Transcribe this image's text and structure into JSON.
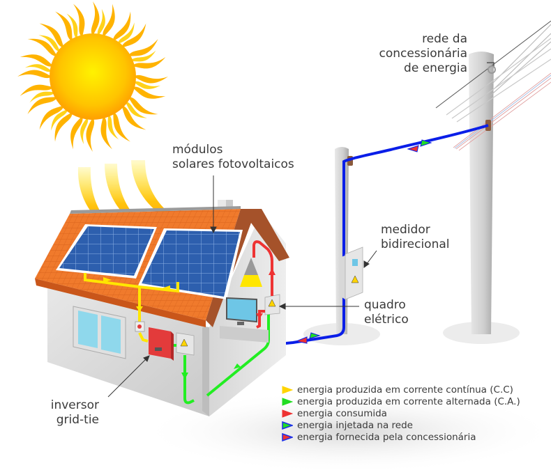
{
  "labels": {
    "utility_grid": [
      "rede da",
      "concessionária",
      "de energia"
    ],
    "solar_modules": [
      "módulos",
      "solares fotovoltaicos"
    ],
    "bidirectional_meter": [
      "medidor",
      "bidirecional"
    ],
    "electrical_panel": [
      "quadro",
      "elétrico"
    ],
    "inverter": [
      "inversor",
      "grid-tie"
    ]
  },
  "legend": [
    {
      "label": "energia produzida em corrente contínua (C.C)",
      "fill": "#ffd400",
      "stroke": "#ffd400"
    },
    {
      "label": "energia produzida em corrente alternada (C.A.)",
      "fill": "#22dd22",
      "stroke": "#22dd22"
    },
    {
      "label": "energia consumida",
      "fill": "#ee3333",
      "stroke": "#ee3333"
    },
    {
      "label": "energia injetada na rede",
      "fill": "#22dd22",
      "stroke": "#1a2eea"
    },
    {
      "label": "energia fornecida pela concessionária",
      "fill": "#ee3333",
      "stroke": "#1a2eea"
    }
  ],
  "colors": {
    "dc_flow": "#ffe600",
    "ac_flow": "#22ee22",
    "consumed_flow": "#ee3333",
    "grid_flow": "#0a1ee8",
    "roof": "#f07a2c",
    "panel": "#2d5fae",
    "wall": "#e4e4e4",
    "sun": "#ffc800",
    "inverter": "#e33b3b"
  }
}
